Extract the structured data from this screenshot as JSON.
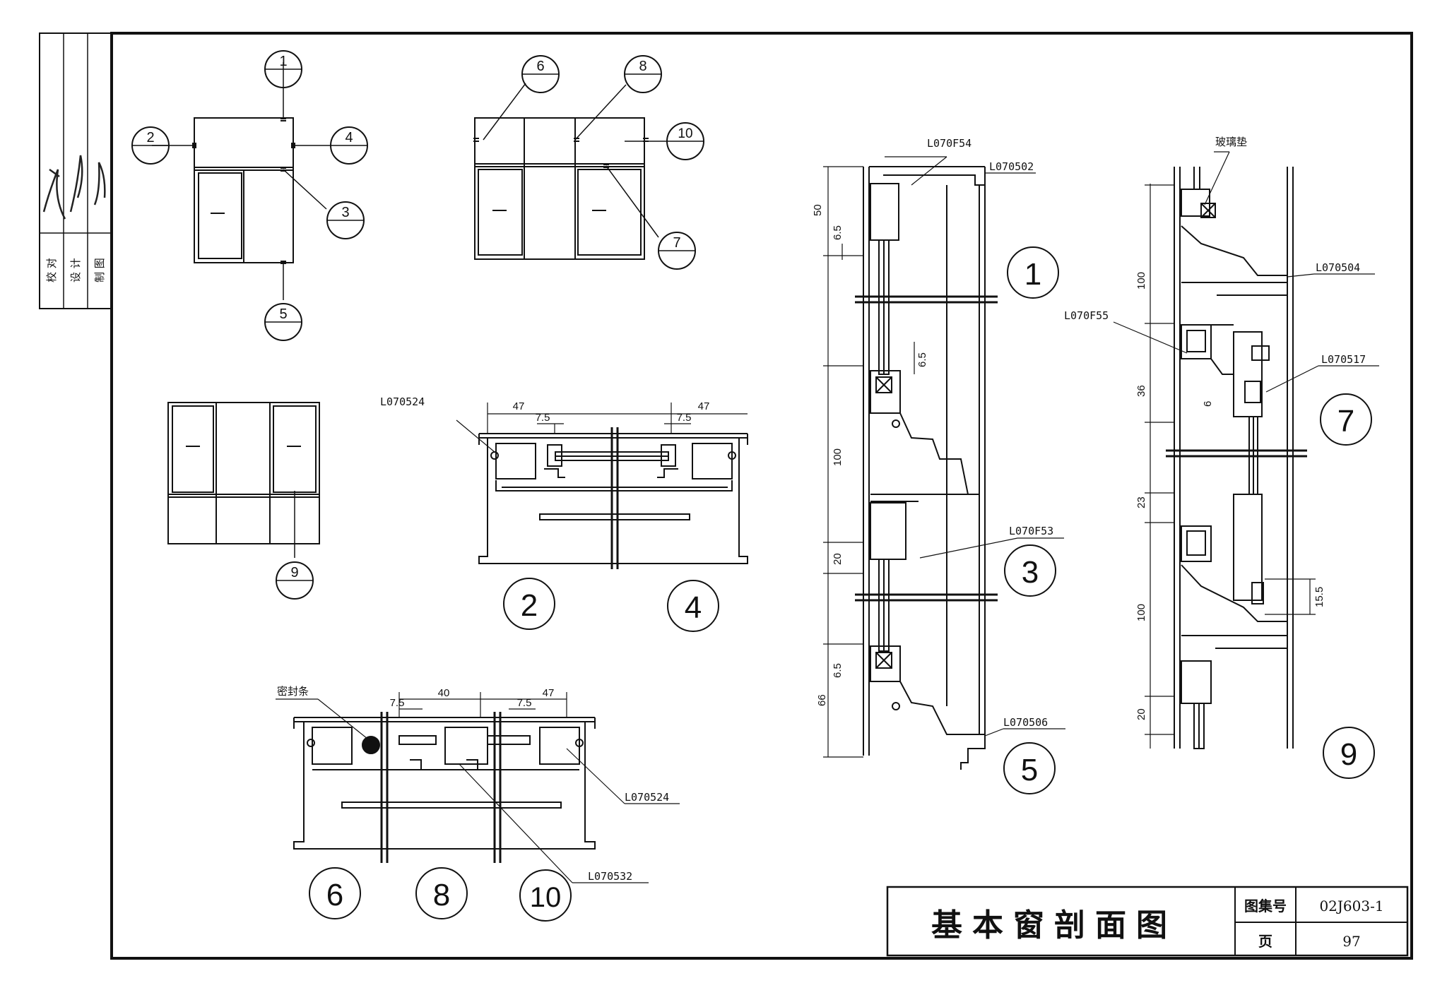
{
  "sheet": {
    "title": "基本窗剖面图",
    "atlas_label": "图集号",
    "atlas_no": "02J603-1",
    "page_label": "页",
    "page_no": "97"
  },
  "sign_block": {
    "rows": [
      "校 对",
      "设 计",
      "制 图"
    ]
  },
  "callouts": {
    "c1": "1",
    "c2": "2",
    "c3": "3",
    "c4": "4",
    "c5": "5",
    "c6": "6",
    "c7": "7",
    "c8": "8",
    "c9": "9",
    "c10": "10",
    "dash": "—"
  },
  "sections": {
    "s2": "2",
    "s4": "4",
    "s6": "6",
    "s8": "8",
    "s10": "10",
    "s1": "1",
    "s3": "3",
    "s5": "5",
    "s7": "7",
    "s9": "9"
  },
  "parts": {
    "p_524_a": "L070524",
    "p_524_b": "L070524",
    "p_532": "L070532",
    "p_f54": "L070F54",
    "p_502": "L070502",
    "p_f53": "L070F53",
    "p_506": "L070506",
    "p_504": "L070504",
    "p_f55": "L070F55",
    "p_517": "L070517",
    "seal": "密封条",
    "glass_pad": "玻璃垫"
  },
  "dims": {
    "d47a": "47",
    "d75a": "7.5",
    "d47b": "47",
    "d75b": "7.5",
    "d75c": "7.5",
    "d40": "40",
    "d75d": "7.5",
    "d47c": "47",
    "d50": "50",
    "d65a": "6.5",
    "d65b": "6.5",
    "d100a": "100",
    "d20a": "20",
    "d65c": "6.5",
    "d66": "66",
    "d100b": "100",
    "d36": "36",
    "d6": "6",
    "d23": "23",
    "d100c": "100",
    "d20b": "20",
    "d155": "15.5"
  }
}
